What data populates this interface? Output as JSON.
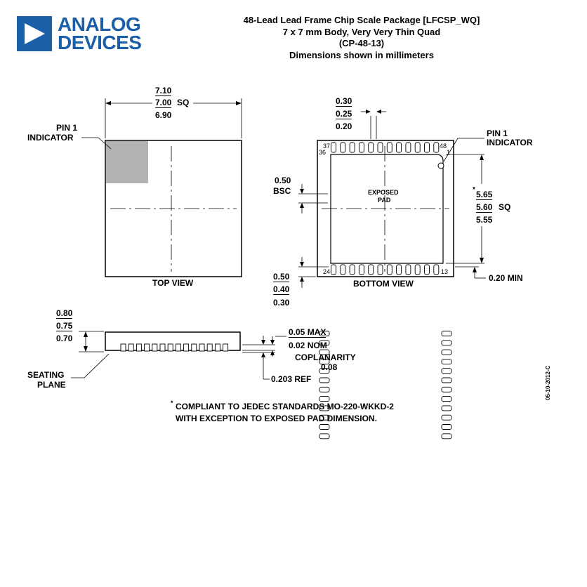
{
  "header": {
    "logo_line1": "ANALOG",
    "logo_line2": "DEVICES",
    "title_line1": "48-Lead Lead Frame Chip Scale Package [LFCSP_WQ]",
    "title_line2": "7 x 7 mm Body, Very Very Thin Quad",
    "title_line3": "(CP-48-13)",
    "title_line4": "Dimensions shown in millimeters"
  },
  "top_view": {
    "dim_max": "7.10",
    "dim_nom": "7.00",
    "dim_sq": "SQ",
    "dim_min": "6.90",
    "pin1_line1": "PIN 1",
    "pin1_line2": "INDICATOR",
    "caption": "TOP VIEW"
  },
  "bottom_view": {
    "lead_w_max": "0.30",
    "lead_w_nom": "0.25",
    "lead_w_min": "0.20",
    "pitch": "0.50",
    "pitch_bsc": "BSC",
    "pin1_line1": "PIN 1",
    "pin1_line2": "INDICATOR",
    "pad_max_star": "*",
    "pad_max": "5.65",
    "pad_nom": "5.60",
    "pad_sq": "SQ",
    "pad_min": "5.55",
    "exposed_pad_line1": "EXPOSED",
    "exposed_pad_line2": "PAD",
    "pin_37": "37",
    "pin_48": "48",
    "pin_36": "36",
    "pin_1": "1",
    "pin_24": "24",
    "pin_13": "13",
    "lead_l_max": "0.50",
    "lead_l_nom": "0.40",
    "lead_l_min": "0.30",
    "min_gap": "0.20 MIN",
    "caption": "BOTTOM VIEW"
  },
  "side_view": {
    "h_max": "0.80",
    "h_nom": "0.75",
    "h_min": "0.70",
    "standoff_max": "0.05 MAX",
    "standoff_nom": "0.02 NOM",
    "coplanarity_label": "COPLANARITY",
    "coplanarity_value": "0.08",
    "ref": "0.203 REF",
    "seating_line1": "SEATING",
    "seating_line2": "PLANE"
  },
  "footnote": {
    "star": "*",
    "line1": "COMPLIANT TO JEDEC STANDARDS MO-220-WKKD-2",
    "line2": "WITH EXCEPTION TO EXPOSED PAD DIMENSION."
  },
  "date_code": "05-10-2012-C",
  "colors": {
    "brand_blue": "#1b5fa9",
    "pin1_fill": "#b3b3b3"
  }
}
